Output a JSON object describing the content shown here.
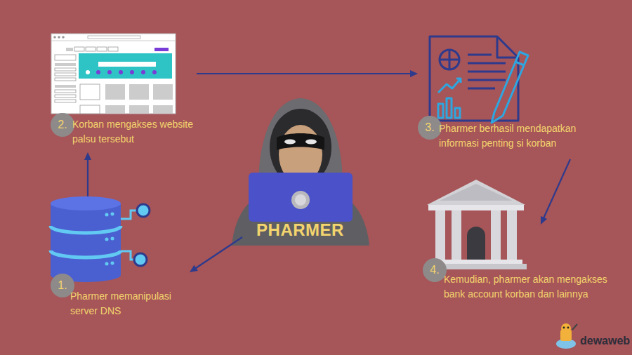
{
  "diagram": {
    "nodes": [
      {
        "text": [
          "PHARMER"
        ]
      },
      {
        "text": [
          "1.",
          "Pharmer memanipulasi server DNS"
        ]
      },
      {
        "text": [
          "2.",
          "Korban mengakses website palsu tersebut"
        ]
      },
      {
        "text": [
          "3.",
          "Pharmer berhasil mendapatkan informasi penting si korban"
        ]
      },
      {
        "text": [
          "4.",
          "Kemudian, pharmer akan mengakses bank account korban dan lainnya"
        ]
      }
    ],
    "edges": [
      {
        "from": 0,
        "to": 1,
        "arrow": "to"
      },
      {
        "from": 1,
        "to": 2,
        "arrow": "to"
      },
      {
        "from": 2,
        "to": 3,
        "arrow": "to"
      },
      {
        "from": 3,
        "to": 4,
        "arrow": "to"
      }
    ],
    "labels": [
      "dewaweb"
    ]
  }
}
